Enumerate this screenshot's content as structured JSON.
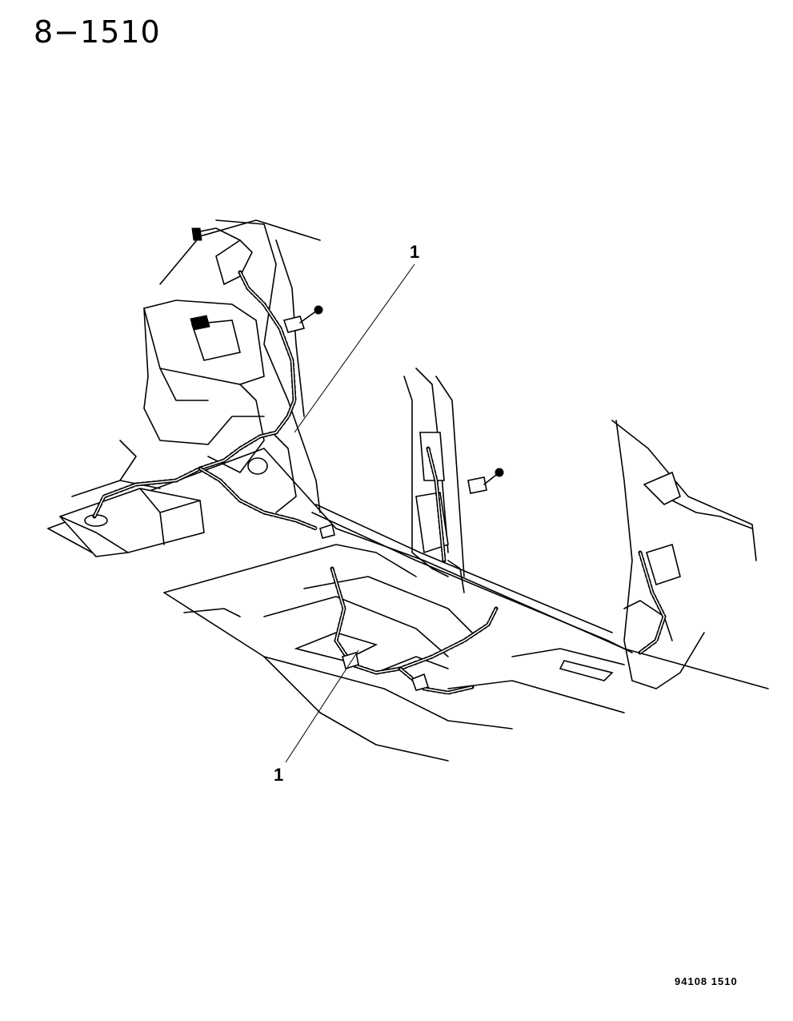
{
  "header": {
    "page_number": "8−1510"
  },
  "callouts": [
    {
      "label": "1"
    },
    {
      "label": "1"
    }
  ],
  "footer": {
    "figure_code": "94108  1510"
  }
}
